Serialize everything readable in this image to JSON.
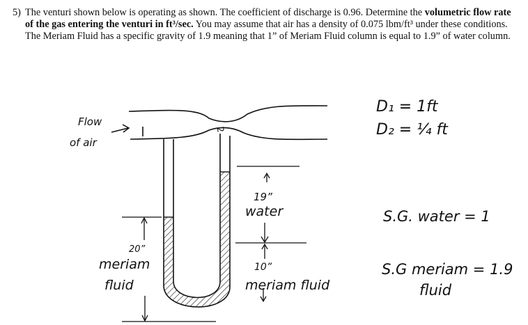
{
  "problem": {
    "number": "5)",
    "intro": "The venturi shown below is operating as shown.  The coefficient of discharge is 0.96.  Determine the",
    "bold_line": "volumetric flow rate of the gas entering the venturi in ft³/sec.",
    "after_bold": " You may assume that air has a density of 0.075 lbm/ft³ under these conditions.  The Meriam Fluid has a specific gravity of 1.9 meaning that 1” of Meriam Fluid column is equal to 1.9” of water column."
  },
  "sketch": {
    "flow_label_1": "Flow",
    "flow_label_2": "of air",
    "station_1": "1",
    "station_2": "2",
    "d1": "D₁ = 1ft",
    "d2": "D₂ = ¼ ft",
    "water_height": "19”",
    "water_label": "water",
    "meriam_height_left": "20”",
    "meriam_label_left_1": "meriam",
    "meriam_label_left_2": "fluid",
    "meriam_height_right": "10”",
    "meriam_label_right": "meriam fluid",
    "sg_water": "S.G. water = 1",
    "sg_meriam_1": "S.G meriam = 1.9",
    "sg_meriam_2": "fluid"
  }
}
